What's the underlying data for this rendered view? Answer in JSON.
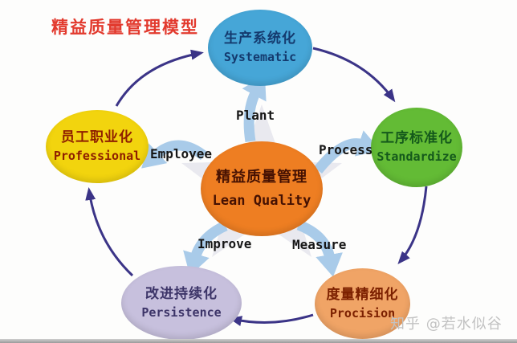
{
  "title": "精益质量管理模型",
  "watermark": "知乎 @若水似谷",
  "diagram": {
    "center": {
      "zh": "精益质量管理",
      "en": "Lean Quality",
      "fill": "#ee7e22",
      "text": "#451102"
    },
    "nodes": [
      {
        "id": "systematic",
        "zh": "生产系统化",
        "en": "Systematic",
        "fill": "#46a6d7",
        "text": "#143a6e"
      },
      {
        "id": "standardize",
        "zh": "工序标准化",
        "en": "Standardize",
        "fill": "#63bb35",
        "text": "#14591b"
      },
      {
        "id": "procision",
        "zh": "度量精细化",
        "en": "Procision",
        "fill": "#f0a466",
        "text": "#7c2000"
      },
      {
        "id": "persistence",
        "zh": "改进持续化",
        "en": "Persistence",
        "fill": "#c7c0dd",
        "text": "#3c3468"
      },
      {
        "id": "professional",
        "zh": "员工职业化",
        "en": "Professional",
        "fill": "#f2d40e",
        "text": "#8e1e00"
      }
    ],
    "spokes": [
      "Plant",
      "Process",
      "Measure",
      "Improve",
      "Employee"
    ],
    "colors": {
      "title": "#e23a2e",
      "cycle_arrow": "#3b3487",
      "spoke_arrow": "#a9cbe9",
      "spoke_label": "#161616",
      "star": "#e9e9ef",
      "watermark": "#c2c2c2",
      "background": "#fdfdfc"
    }
  }
}
